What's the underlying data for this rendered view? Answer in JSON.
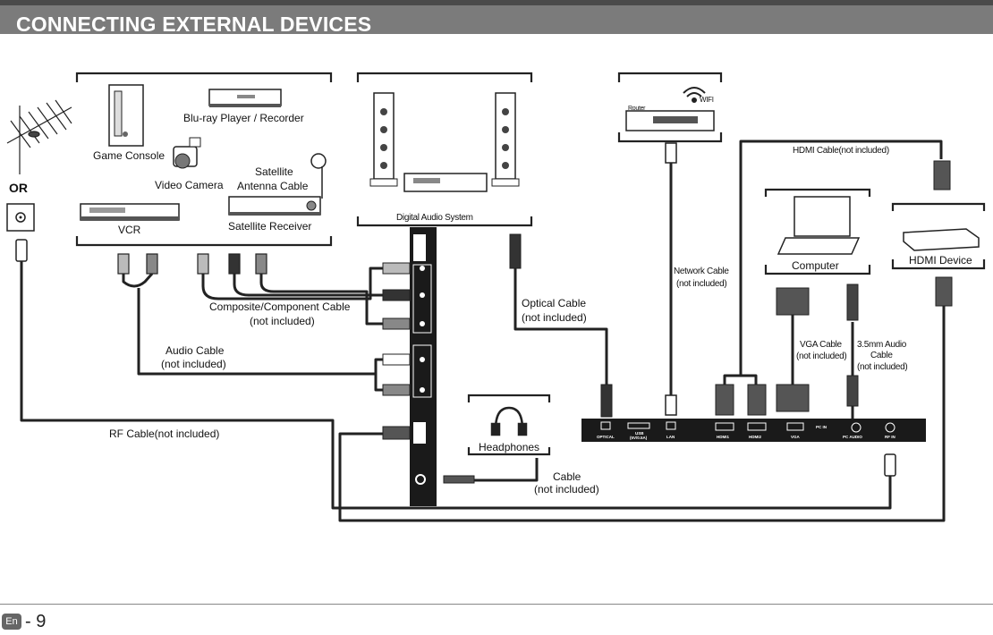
{
  "page": {
    "title": "CONNECTING EXTERNAL DEVICES",
    "language": "En",
    "number": "- 9"
  },
  "devices": {
    "game_console": "Game Console",
    "bluray": "Blu-ray Player / Recorder",
    "video_camera": "Video Camera",
    "vcr": "VCR",
    "satellite_cable_line1": "Satellite",
    "satellite_cable_line2": "Antenna Cable",
    "satellite_receiver": "Satellite Receiver",
    "digital_audio": "Digital Audio System",
    "router": "Router",
    "wifi": "WIFI",
    "computer": "Computer",
    "hdmi_device": "HDMI Device",
    "headphones": "Headphones",
    "or": "OR"
  },
  "cables": {
    "composite_line1": "Composite/Component Cable",
    "composite_line2": "(not included)",
    "audio_line1": "Audio Cable",
    "audio_line2": "(not included)",
    "rf": "RF Cable(not included)",
    "optical_line1": "Optical Cable",
    "optical_line2": "(not included)",
    "network_line1": "Network Cable",
    "network_line2": "(not included)",
    "hdmi": "HDMI Cable(not included)",
    "vga_line1": "VGA Cable",
    "vga_line2": "(not included)",
    "audio35_line1": "3.5mm Audio",
    "audio35_line2": "Cable",
    "audio35_line3": "(not included)",
    "hp_line1": "Cable",
    "hp_line2": "(not included)"
  },
  "ports": {
    "optical": "OPTICAL",
    "usb": "USB",
    "usb_sub": "(5V/0.5A)",
    "lan": "LAN",
    "hdmi1": "HDMI1",
    "hdmi2": "HDMI2",
    "vga": "VGA",
    "pc_in": "PC IN",
    "pc_audio": "PC AUDIO",
    "rf_in": "RF IN"
  }
}
